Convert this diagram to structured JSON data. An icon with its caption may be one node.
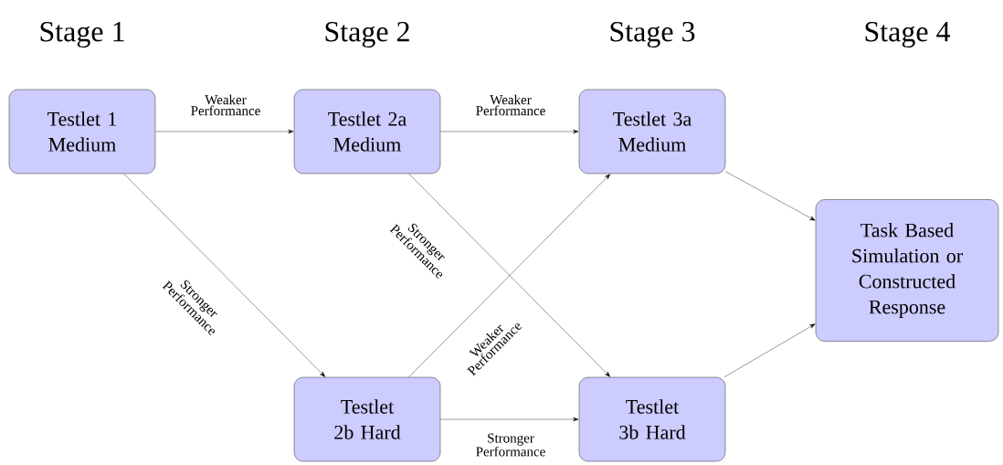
{
  "diagram": {
    "nodes": [
      {
        "text": [
          "Testlet 1 Medium"
        ]
      },
      {
        "text": [
          "Testlet 2a Medium"
        ]
      },
      {
        "text": [
          "Testlet 3a Medium"
        ]
      },
      {
        "text": [
          "Task Based Simulation or Constructed Response"
        ]
      },
      {
        "text": [
          "Testlet 2b Hard"
        ]
      },
      {
        "text": [
          "Testlet 3b Hard"
        ]
      }
    ],
    "edges": [
      {
        "from": 0,
        "to": 1,
        "arrow": "to",
        "label": "Weaker Performance"
      },
      {
        "from": 0,
        "to": 4,
        "arrow": "to",
        "label": "Stronger Performance"
      },
      {
        "from": 1,
        "to": 2,
        "arrow": "to",
        "label": "Weaker Performance"
      },
      {
        "from": 1,
        "to": 5,
        "arrow": "to",
        "label": "Stronger Performance"
      },
      {
        "from": 4,
        "to": 2,
        "arrow": "to",
        "label": "Weaker Performance"
      },
      {
        "from": 4,
        "to": 5,
        "arrow": "to",
        "label": "Stronger Performance"
      },
      {
        "from": 2,
        "to": 3,
        "arrow": "to"
      },
      {
        "from": 5,
        "to": 3,
        "arrow": "to"
      }
    ],
    "labels": [
      "Stage 1",
      "Stage 2",
      "Stage 3",
      "Stage 4"
    ]
  }
}
